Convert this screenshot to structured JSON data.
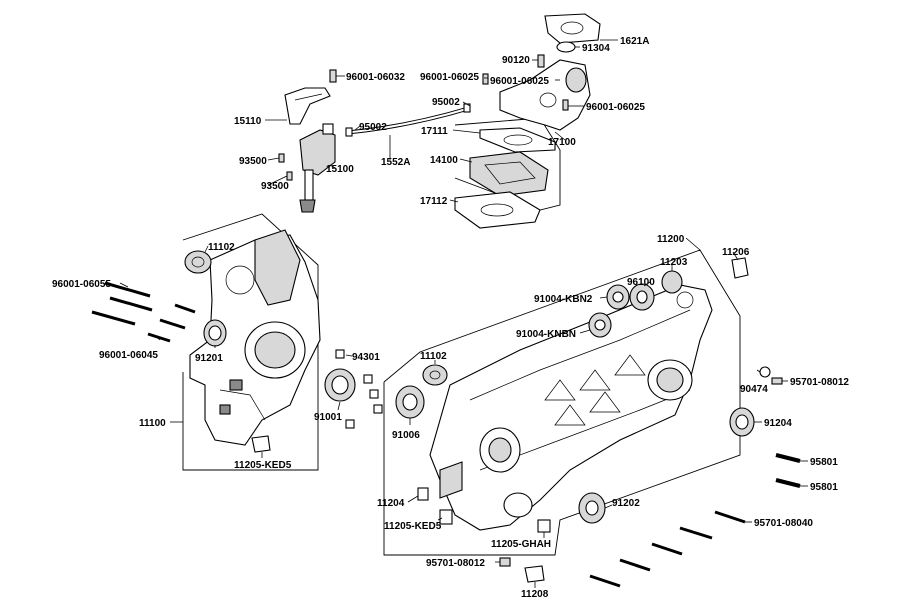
{
  "diagram": {
    "labels": [
      {
        "id": "l1621A",
        "text": "1621A"
      },
      {
        "id": "l91304",
        "text": "91304"
      },
      {
        "id": "l90120",
        "text": "90120"
      },
      {
        "id": "l96001_06032",
        "text": "96001-06032"
      },
      {
        "id": "l96001_06025_a",
        "text": "96001-06025"
      },
      {
        "id": "l96001_06025_b",
        "text": "96001-06025"
      },
      {
        "id": "l96001_06025_c",
        "text": "96001-06025"
      },
      {
        "id": "l95002_a",
        "text": "95002"
      },
      {
        "id": "l95002_b",
        "text": "95002"
      },
      {
        "id": "l15110",
        "text": "15110"
      },
      {
        "id": "l1552A",
        "text": "1552A"
      },
      {
        "id": "l17111",
        "text": "17111"
      },
      {
        "id": "l17100",
        "text": "17100"
      },
      {
        "id": "l14100",
        "text": "14100"
      },
      {
        "id": "l17112",
        "text": "17112"
      },
      {
        "id": "l93500_a",
        "text": "93500"
      },
      {
        "id": "l93500_b",
        "text": "93500"
      },
      {
        "id": "l15100",
        "text": "15100"
      },
      {
        "id": "l11102_a",
        "text": "11102"
      },
      {
        "id": "l11200",
        "text": "11200"
      },
      {
        "id": "l11206",
        "text": "11206"
      },
      {
        "id": "l11203",
        "text": "11203"
      },
      {
        "id": "l96100",
        "text": "96100"
      },
      {
        "id": "l91004_KBN2",
        "text": "91004-KBN2"
      },
      {
        "id": "l91004_KNBN",
        "text": "91004-KNBN"
      },
      {
        "id": "l96001_06055",
        "text": "96001-06055"
      },
      {
        "id": "l96001_06045",
        "text": "96001-06045"
      },
      {
        "id": "l91201",
        "text": "91201"
      },
      {
        "id": "l94301",
        "text": "94301"
      },
      {
        "id": "l11102_b",
        "text": "11102"
      },
      {
        "id": "l90474",
        "text": "90474"
      },
      {
        "id": "l95701_08012_a",
        "text": "95701-08012"
      },
      {
        "id": "l11100",
        "text": "11100"
      },
      {
        "id": "l91001",
        "text": "91001"
      },
      {
        "id": "l91006",
        "text": "91006"
      },
      {
        "id": "l91204",
        "text": "91204"
      },
      {
        "id": "l11205_KED5_a",
        "text": "11205-KED5"
      },
      {
        "id": "l95801_a",
        "text": "95801"
      },
      {
        "id": "l95801_b",
        "text": "95801"
      },
      {
        "id": "l11204",
        "text": "11204"
      },
      {
        "id": "l91202",
        "text": "91202"
      },
      {
        "id": "l11205_KED5_b",
        "text": "11205-KED5"
      },
      {
        "id": "l95701_08040",
        "text": "95701-08040"
      },
      {
        "id": "l11205_GHAH",
        "text": "11205-GHAH"
      },
      {
        "id": "l95701_08012_b",
        "text": "95701-08012"
      },
      {
        "id": "l11208",
        "text": "11208"
      }
    ]
  }
}
